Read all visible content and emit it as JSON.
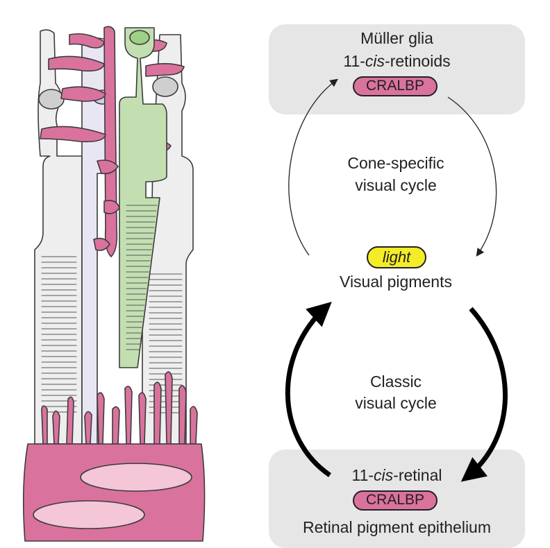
{
  "muller_box": {
    "title": "Müller glia",
    "retinoid_prefix": "11-",
    "retinoid_italic": "cis",
    "retinoid_suffix": "-retinoids",
    "protein": "CRALBP"
  },
  "cone_cycle": {
    "line1": "Cone-specific",
    "line2": "visual cycle"
  },
  "center": {
    "light": "light",
    "label": "Visual pigments"
  },
  "classic_cycle": {
    "line1": "Classic",
    "line2": "visual cycle"
  },
  "rpe_box": {
    "retinal_prefix": "11-",
    "retinal_italic": "cis",
    "retinal_suffix": "-retinal",
    "protein": "CRALBP",
    "title": "Retinal pigment epithelium"
  },
  "colors": {
    "pink": "#d9739e",
    "light_pink": "#f4c6d7",
    "green": "#c3dfb2",
    "grey_fill": "#e6e6e6",
    "lavender": "#e6e2f0",
    "yellow": "#f3ec27"
  }
}
